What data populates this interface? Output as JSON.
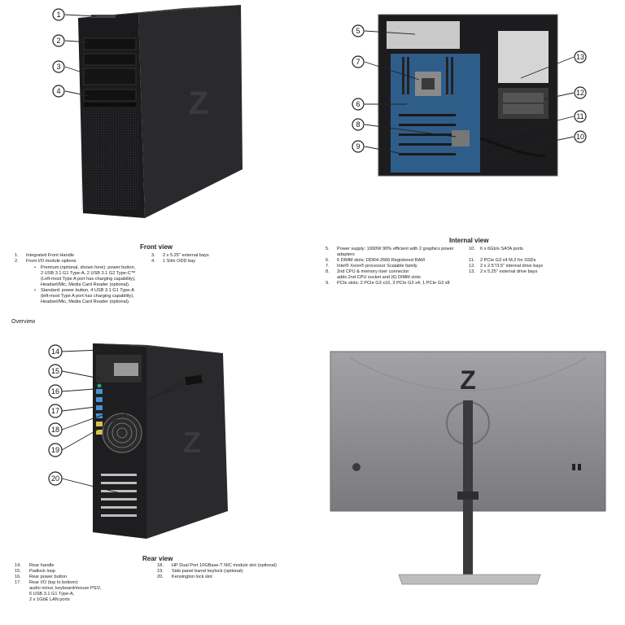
{
  "front": {
    "title": "Front view",
    "items_left": [
      {
        "num": "1.",
        "text": "Integrated Front Handle"
      },
      {
        "num": "2.",
        "text": "Front I/O module options",
        "sub": [
          "Premium (optional, shown here): power button,\n2 USB 3.1 G1 Type-A, 2 USB 3.1 G2 Type-C™\n(Left-most Type A port has charging capability),\nHeadset/Mic, Media Card Reader (optional).",
          "Standard: power button, 4 USB 3.1 G1 Type-A\n(left-most Type A port has charging capability),\nHeadset/Mic, Media Card Reader (optional)."
        ]
      }
    ],
    "items_right": [
      {
        "num": "3.",
        "text": "2 x 5.25\" external bays"
      },
      {
        "num": "4.",
        "text": "1 Slim ODD bay"
      }
    ],
    "callouts": [
      "1",
      "2",
      "3",
      "4"
    ]
  },
  "internal": {
    "title": "Internal view",
    "items_left": [
      {
        "num": "5.",
        "text": "Power supply: 1000W 90% efficient with 2 graphics power\nadapters"
      },
      {
        "num": "6.",
        "text": "6 DIMM slots: DDR4-2666 Registered RAM"
      },
      {
        "num": "7.",
        "text": "Intel® Xeon® processor Scalable family"
      },
      {
        "num": "8.",
        "text": "2nd CPU & memory riser connector:\nadds 2nd CPU socket and (6) DIMM slots"
      },
      {
        "num": "9.",
        "text": "PCIe slots: 2 PCIe G3 x16, 3 PCIe G3 x4, 1 PCIe G3 x8"
      }
    ],
    "items_right": [
      {
        "num": "10.",
        "text": "6 x 6Gb/s SATA ports"
      },
      {
        "num": "11.",
        "text": "2 PCIe G3 x4 M.2 for SSDs"
      },
      {
        "num": "12.",
        "text": "2 x 2.5\"/3.5\" internal drive bays"
      },
      {
        "num": "13.",
        "text": "2 x 5.25\" external drive bays"
      }
    ],
    "callouts": [
      "5",
      "7",
      "6",
      "8",
      "9",
      "13",
      "12",
      "11",
      "10"
    ]
  },
  "overview_label": "Overview",
  "rear": {
    "title": "Rear view",
    "items_left": [
      {
        "num": "14.",
        "text": "Rear handle"
      },
      {
        "num": "15.",
        "text": "Padlock loop"
      },
      {
        "num": "16.",
        "text": "Rear power button"
      },
      {
        "num": "17.",
        "text": "Rear I/O (top to bottom):\naudio in/out, keyboard/mouse PS/2,\n6 USB 3.1 G1 Type-A,\n2 x 1GbE LAN ports"
      }
    ],
    "items_right": [
      {
        "num": "18.",
        "text": "HP Dual Port 10GBase-T NIC module slot (optional)"
      },
      {
        "num": "19.",
        "text": "Side panel barrel keylock (optional)"
      },
      {
        "num": "20.",
        "text": "Kensington lock slot"
      }
    ],
    "callouts": [
      "14",
      "15",
      "16",
      "17",
      "18",
      "19",
      "20"
    ]
  },
  "monitor": {
    "logo_letter": "Z"
  },
  "colors": {
    "chassis": "#1f1f21",
    "chassis_side": "#2b2b2e",
    "motherboard": "#2f5d8a",
    "monitor_back": "#8c8c8f",
    "background": "#ffffff"
  }
}
